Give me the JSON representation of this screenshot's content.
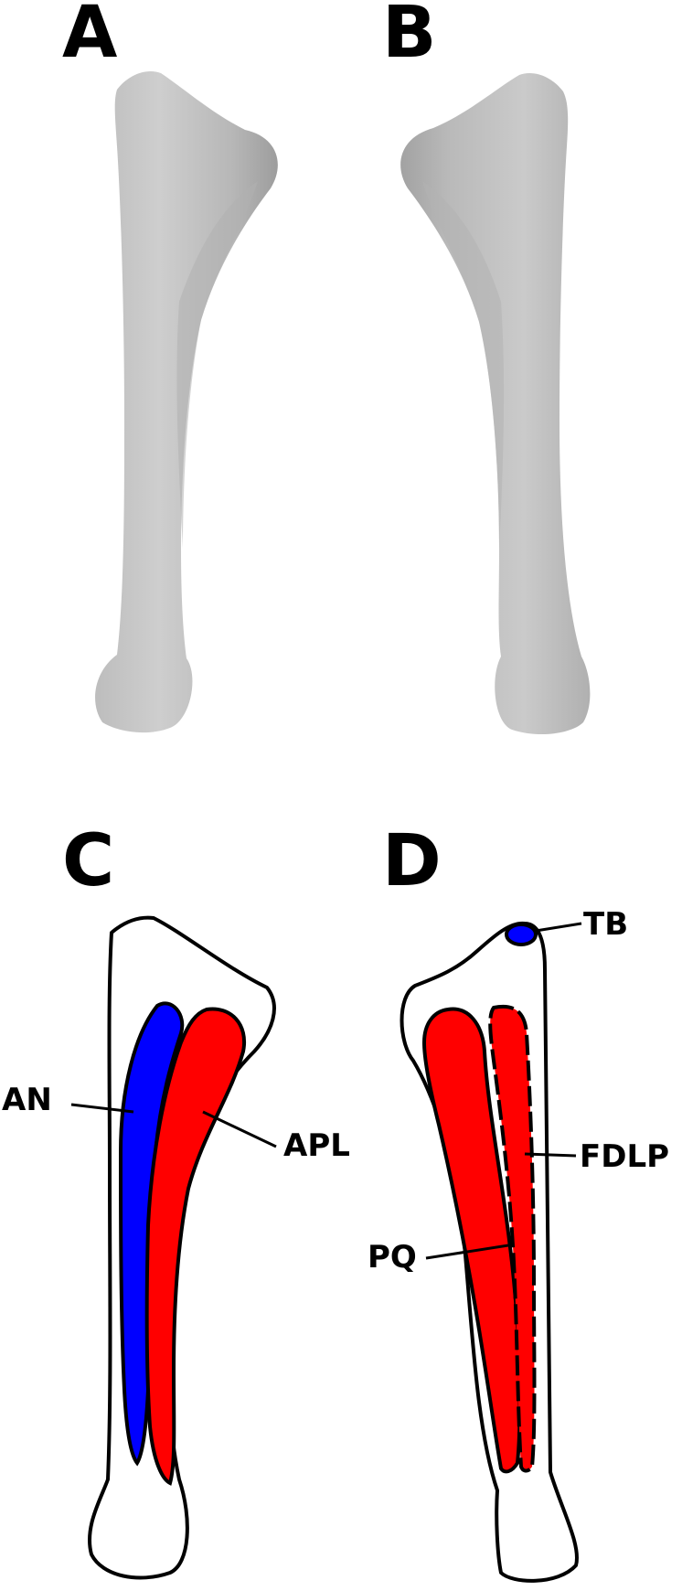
{
  "panels": {
    "a": {
      "letter": "A"
    },
    "b": {
      "letter": "B"
    },
    "c": {
      "letter": "C"
    },
    "d": {
      "letter": "D"
    }
  },
  "labels": {
    "an": "AN",
    "apl": "APL",
    "tb": "TB",
    "fdlp": "FDLP",
    "pq": "PQ"
  },
  "colors": {
    "bone_shade": "#a9a9a9",
    "bone_light": "#cfcfcf",
    "red_region": "#ff0000",
    "blue_region": "#0000ff"
  }
}
